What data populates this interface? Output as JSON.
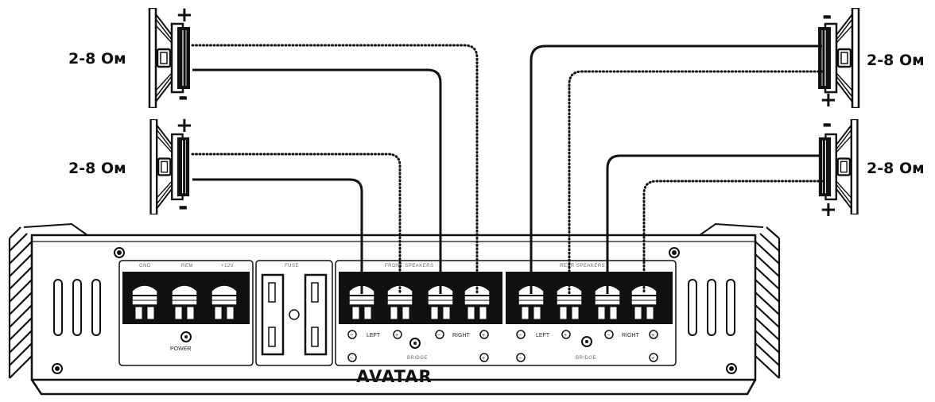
{
  "speakers": [
    {
      "label": "2-8 Ом",
      "top_sign": "+",
      "bottom_sign": "-"
    },
    {
      "label": "2-8 Ом",
      "top_sign": "+",
      "bottom_sign": "-"
    },
    {
      "label": "2-8 Ом",
      "top_sign": "-",
      "bottom_sign": "+"
    },
    {
      "label": "2-8 Ом",
      "top_sign": "-",
      "bottom_sign": "+"
    }
  ],
  "amplifier": {
    "brand": "AVATAR",
    "power_terminals": [
      "GND",
      "REM",
      "+12V"
    ],
    "power_label": "POWER",
    "fuse_label": "FUSE",
    "front_label": "FRONT SPEAKERS",
    "rear_label": "REAR SPEAKERS",
    "left_label": "LEFT",
    "right_label": "RIGHT",
    "bridge_label": "BRIDGE",
    "minus_sign": "−",
    "plus_sign": "+"
  }
}
